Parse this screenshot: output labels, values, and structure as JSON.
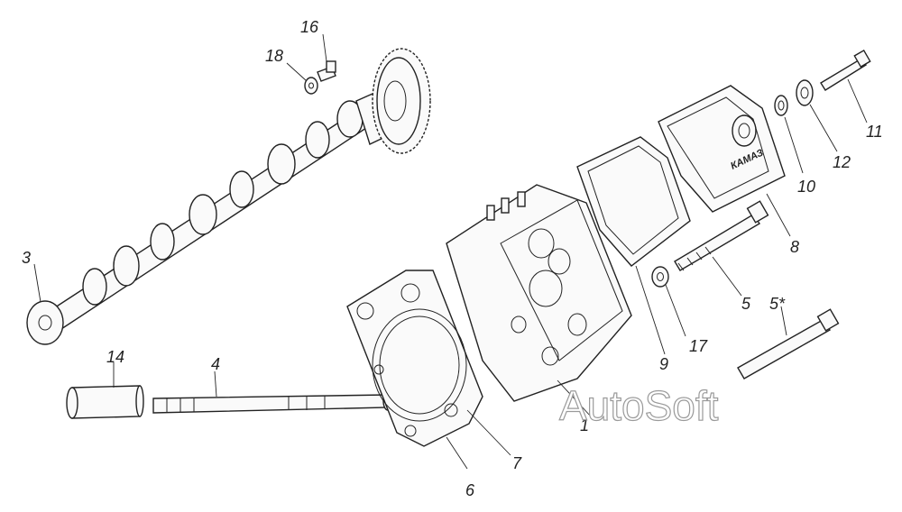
{
  "diagram": {
    "stamp_text": "КАМАЗ",
    "watermark": "AutoSoft",
    "callouts": {
      "c1": "1",
      "c3": "3",
      "c4": "4",
      "c5": "5",
      "c5s": "5*",
      "c6": "6",
      "c7": "7",
      "c8": "8",
      "c9": "9",
      "c10": "10",
      "c11": "11",
      "c12": "12",
      "c14": "14",
      "c16": "16",
      "c17": "17",
      "c18": "18"
    }
  }
}
